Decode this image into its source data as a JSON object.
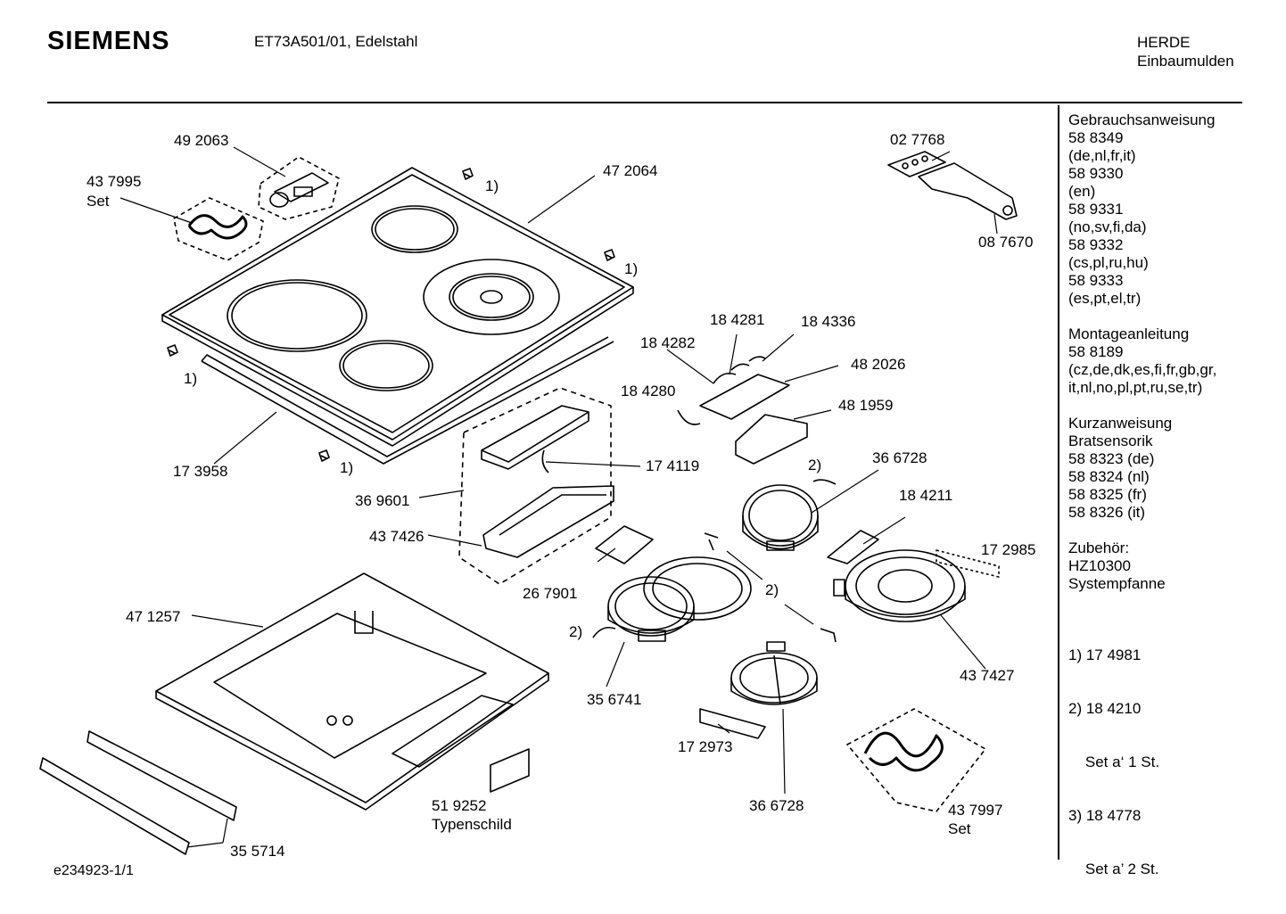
{
  "header": {
    "brand": "SIEMENS",
    "model": "ET73A501/01, Edelstahl",
    "category_line1": "HERDE",
    "category_line2": "Einbaumulden"
  },
  "footer": {
    "drawing_id": "e234923-1/1"
  },
  "labels": {
    "p492063": "49 2063",
    "p437995": "43 7995",
    "p437995_set": "Set",
    "p472064": "47 2064",
    "note1_a": "1)",
    "note1_b": "1)",
    "note1_c": "1)",
    "note1_d": "1)",
    "p027768": "02 7768",
    "p087670": "08 7670",
    "p184281": "18 4281",
    "p184336": "18 4336",
    "p184282": "18 4282",
    "p482026": "48 2026",
    "p184280": "18 4280",
    "p481959": "48 1959",
    "p173958": "17 3958",
    "p174119": "17 4119",
    "note2_a": "2)",
    "p366728_a": "36 6728",
    "p369601": "36 9601",
    "p184211": "18 4211",
    "p437426": "43 7426",
    "p172985": "17 2985",
    "p267901": "26 7901",
    "note2_b": "2)",
    "p471257": "47 1257",
    "note2_c": "2)",
    "p437427": "43 7427",
    "p356741": "35 6741",
    "p172973": "17 2973",
    "p519252": "51 9252",
    "p519252_sub": "Typenschild",
    "p366728_b": "36 6728",
    "p437997": "43 7997",
    "p437997_set": "Set",
    "p355714": "35 5714"
  },
  "sidebar": {
    "lines_a": [
      "Gebrauchsanweisung",
      "58 8349",
      "(de,nl,fr,it)",
      "58 9330",
      "(en)",
      "58 9331",
      "(no,sv,fi,da)",
      "58 9332",
      "(cs,pl,ru,hu)",
      "58 9333",
      "(es,pt,el,tr)"
    ],
    "lines_b": [
      "Montageanleitung",
      "58 8189",
      "(cz,de,dk,es,fi,fr,gb,gr,",
      "it,nl,no,pl,pt,ru,se,tr)"
    ],
    "lines_c": [
      "Kurzanweisung",
      "Bratsensorik",
      "58 8323 (de)",
      "58 8324 (nl)",
      "58 8325 (fr)",
      "58 8326 (it)"
    ],
    "lines_d": [
      "Zubehör:",
      "HZ10300",
      "Systempfanne"
    ],
    "lines_e": [
      "1) 17 4981",
      "2) 18 4210",
      "    Set a‘ 1 St.",
      "3) 18 4778",
      "    Set a’ 2 St."
    ]
  }
}
